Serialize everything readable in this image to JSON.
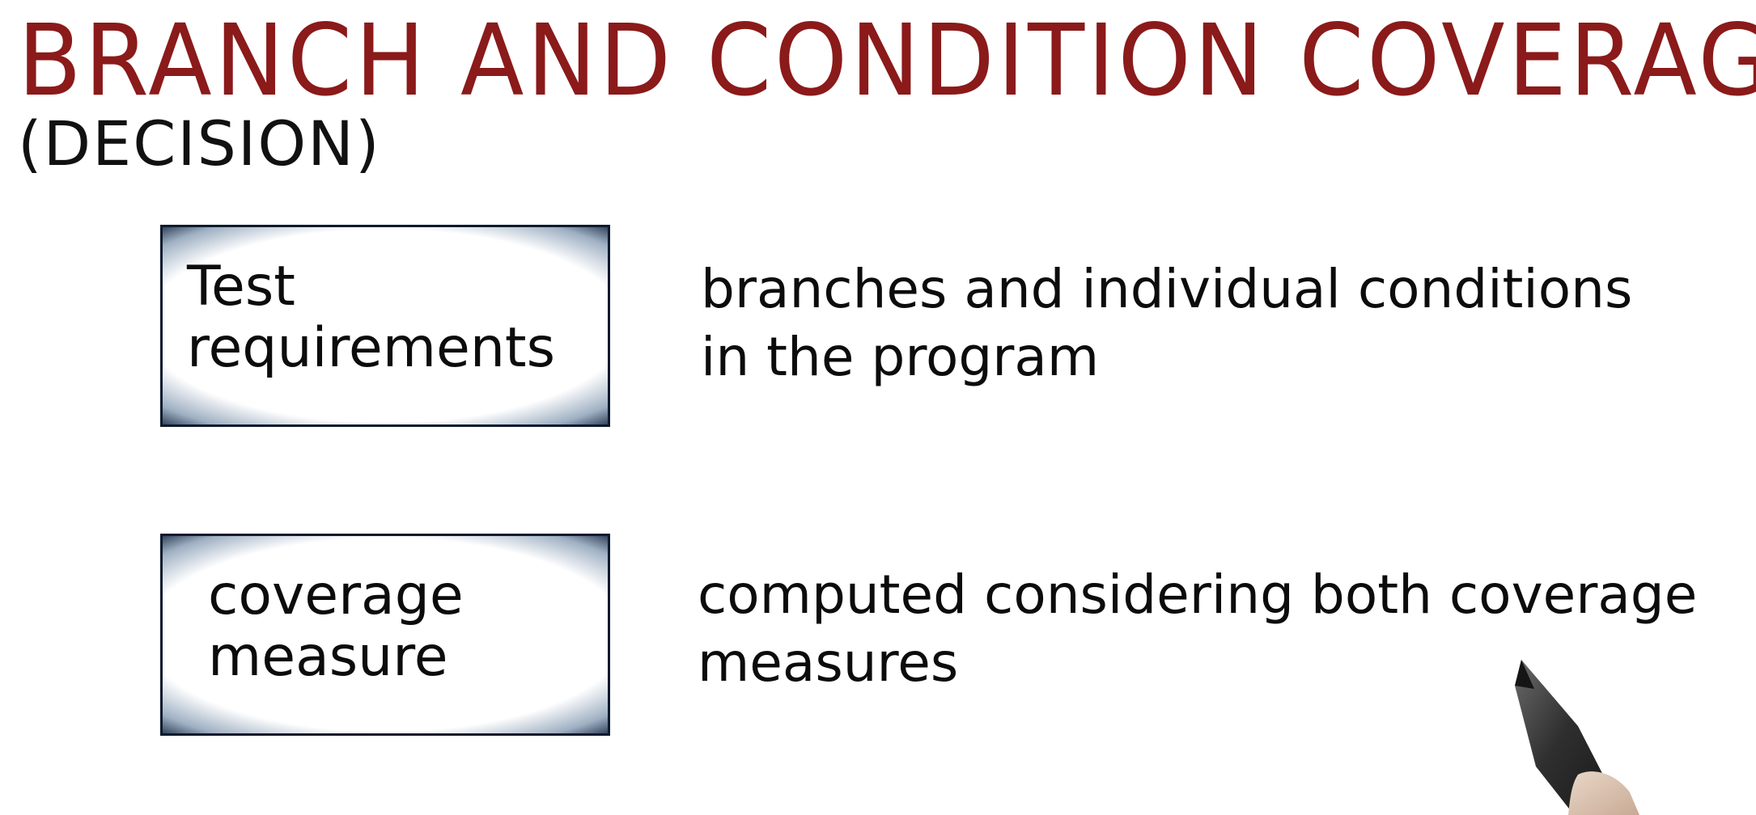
{
  "title": "BRANCH AND CONDITION COVERAGE",
  "subtitle": "(DECISION)",
  "colors": {
    "title": "#8b1a1a",
    "text": "#111111",
    "box_border": "#0d1a2d"
  },
  "rows": [
    {
      "term_lines": [
        "Test",
        "requirements"
      ],
      "definition_lines": [
        "branches and individual conditions",
        "in the program"
      ]
    },
    {
      "term_lines": [
        "coverage",
        "measure"
      ],
      "definition_lines": [
        "computed considering both coverage",
        "measures"
      ]
    }
  ]
}
